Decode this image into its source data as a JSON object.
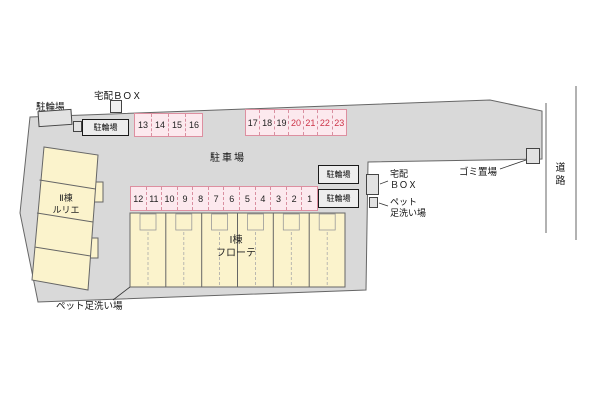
{
  "site": {
    "labels": {
      "bike_parking_top_left": "駐輪場",
      "delivery_box_top": "宅配ＢＯＸ",
      "bike_parking_box_top": "駐輪場",
      "car_parking": "駐車場",
      "bike_parking_box_right_upper": "駐輪場",
      "bike_parking_box_right_lower": "駐輪場",
      "delivery_box_right_line1": "宅配",
      "delivery_box_right_line2": "ＢＯＸ",
      "pet_wash_right_line1": "ペット",
      "pet_wash_right_line2": "足洗い場",
      "garbage_area": "ゴミ置場",
      "road": "道路",
      "pet_wash_bottom": "ペット足洗い場"
    },
    "buildings": {
      "building2_line1": "Ⅱ棟",
      "building2_line2": "ルリエ",
      "building1_line1": "Ⅰ棟",
      "building1_line2": "フローテ"
    },
    "parking": {
      "top_left_numbers": [
        "13",
        "14",
        "15",
        "16"
      ],
      "top_right_numbers": [
        "17",
        "18",
        "19",
        "20",
        "21",
        "22",
        "23"
      ],
      "main_row_numbers": [
        "12",
        "11",
        "10",
        "9",
        "8",
        "7",
        "6",
        "5",
        "4",
        "3",
        "2",
        "1"
      ],
      "red_numbers": [
        "20",
        "21",
        "22",
        "23"
      ]
    },
    "colors": {
      "site_fill": "#d9d9d9",
      "site_stroke": "#666666",
      "building_fill": "#fbf3cc",
      "stall_fill": "#fce9ee",
      "stall_border": "#dd8fa0",
      "stall_number": "#222222",
      "stall_number_red": "#cc3347",
      "road_line": "#666666"
    }
  }
}
